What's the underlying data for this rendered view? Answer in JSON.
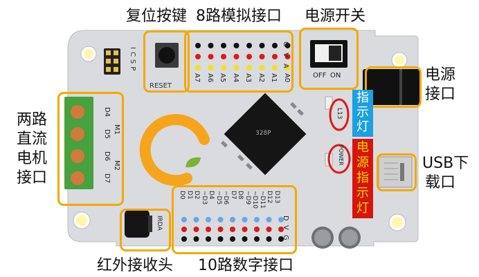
{
  "labels": {
    "reset_button": "复位按键",
    "analog_header": "8路模拟接口",
    "power_switch": "电源开关",
    "power_jack": [
      "电源",
      "接口"
    ],
    "motor_ports": [
      "两路",
      "直流",
      "电机",
      "接口"
    ],
    "usb_port": [
      "USB下",
      "载口"
    ],
    "ir_receiver": "红外接收头",
    "digital_header": "10路数字接口",
    "indicator_led": [
      "指",
      "示",
      "灯"
    ],
    "power_led": [
      "电",
      "源",
      "指",
      "示",
      "灯"
    ]
  },
  "board": {
    "icsp": "ICSP",
    "reset": "RESET",
    "analog_right": [
      "G",
      "V",
      "A"
    ],
    "analog_pins": [
      "A7",
      "A6",
      "A5",
      "A4",
      "A3",
      "A2",
      "A1",
      "A0"
    ],
    "switch_off": "OFF",
    "switch_on": "ON",
    "l13": "L13",
    "power": "POWER",
    "chip": "328P",
    "motor_pins": [
      "D4",
      "D5",
      "D6",
      "D7"
    ],
    "motor_m1": "M1",
    "motor_m2": "M2",
    "digital_pins": [
      "D0",
      "D1",
      "D2",
      "~D3",
      "D4",
      "~D5",
      "~D6",
      "D7",
      "D8",
      "~D9",
      "~D10",
      "~D11",
      "D12",
      "D13"
    ],
    "digital_right": [
      "D",
      "V",
      "G"
    ],
    "irda": "IRDA"
  },
  "colors": {
    "highlight": "#f2a900",
    "board": "#d9dbde",
    "indicator_bg": "#1ba0e1",
    "power_bg": "#d6150f",
    "terminal": "#47a13f",
    "red_circle": "#e0171c"
  }
}
